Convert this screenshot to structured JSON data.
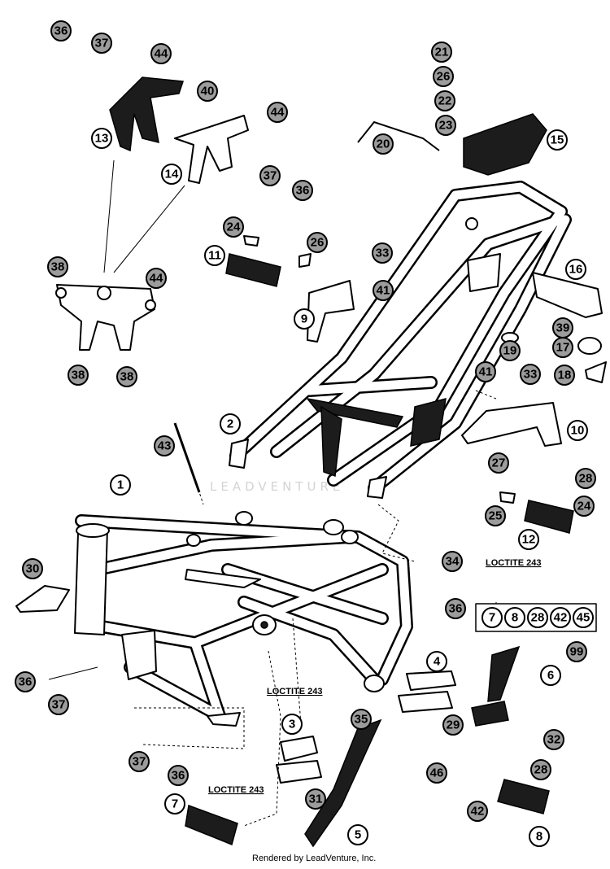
{
  "callouts": [
    {
      "id": "c1",
      "label": "1"
    },
    {
      "id": "c2",
      "label": "2"
    },
    {
      "id": "c3",
      "label": "3"
    },
    {
      "id": "c4",
      "label": "4"
    },
    {
      "id": "c5",
      "label": "5"
    },
    {
      "id": "c6",
      "label": "6"
    },
    {
      "id": "c7",
      "label": "7"
    },
    {
      "id": "c8",
      "label": "8"
    },
    {
      "id": "c9",
      "label": "9"
    },
    {
      "id": "c10",
      "label": "10"
    },
    {
      "id": "c11",
      "label": "11"
    },
    {
      "id": "c12",
      "label": "12"
    },
    {
      "id": "c13",
      "label": "13"
    },
    {
      "id": "c14",
      "label": "14"
    },
    {
      "id": "c15",
      "label": "15"
    },
    {
      "id": "c16",
      "label": "16"
    },
    {
      "id": "c17",
      "label": "17"
    },
    {
      "id": "c18",
      "label": "18"
    },
    {
      "id": "c19",
      "label": "19"
    },
    {
      "id": "c20",
      "label": "20"
    },
    {
      "id": "c21",
      "label": "21"
    },
    {
      "id": "c22",
      "label": "22"
    },
    {
      "id": "c23",
      "label": "23"
    },
    {
      "id": "c24a",
      "label": "24"
    },
    {
      "id": "c24b",
      "label": "24"
    },
    {
      "id": "c25",
      "label": "25"
    },
    {
      "id": "c26a",
      "label": "26"
    },
    {
      "id": "c26b",
      "label": "26"
    },
    {
      "id": "c27",
      "label": "27"
    },
    {
      "id": "c28a",
      "label": "28"
    },
    {
      "id": "c28b",
      "label": "28"
    },
    {
      "id": "c29",
      "label": "29"
    },
    {
      "id": "c30",
      "label": "30"
    },
    {
      "id": "c31",
      "label": "31"
    },
    {
      "id": "c32",
      "label": "32"
    },
    {
      "id": "c33a",
      "label": "33"
    },
    {
      "id": "c33b",
      "label": "33"
    },
    {
      "id": "c34",
      "label": "34"
    },
    {
      "id": "c35",
      "label": "35"
    },
    {
      "id": "c36a",
      "label": "36"
    },
    {
      "id": "c36b",
      "label": "36"
    },
    {
      "id": "c36c",
      "label": "36"
    },
    {
      "id": "c36d",
      "label": "36"
    },
    {
      "id": "c36e",
      "label": "36"
    },
    {
      "id": "c37a",
      "label": "37"
    },
    {
      "id": "c37b",
      "label": "37"
    },
    {
      "id": "c37c",
      "label": "37"
    },
    {
      "id": "c37d",
      "label": "37"
    },
    {
      "id": "c38a",
      "label": "38"
    },
    {
      "id": "c38b",
      "label": "38"
    },
    {
      "id": "c38c",
      "label": "38"
    },
    {
      "id": "c39",
      "label": "39"
    },
    {
      "id": "c40",
      "label": "40"
    },
    {
      "id": "c41a",
      "label": "41"
    },
    {
      "id": "c41b",
      "label": "41"
    },
    {
      "id": "c42",
      "label": "42"
    },
    {
      "id": "c43",
      "label": "43"
    },
    {
      "id": "c44a",
      "label": "44"
    },
    {
      "id": "c44b",
      "label": "44"
    },
    {
      "id": "c44c",
      "label": "44"
    },
    {
      "id": "c45",
      "label": "45"
    },
    {
      "id": "c46",
      "label": "46"
    },
    {
      "id": "c99",
      "label": "99"
    }
  ],
  "kit": {
    "items": [
      "7",
      "8",
      "28",
      "42",
      "45"
    ],
    "total_label": "99"
  },
  "notes": {
    "loctite_top": "LOCTITE 243",
    "loctite_mid": "LOCTITE 243",
    "loctite_bottom": "LOCTITE 243"
  },
  "watermark": "LEADVENTURE",
  "credit": "Rendered by LeadVenture, Inc."
}
